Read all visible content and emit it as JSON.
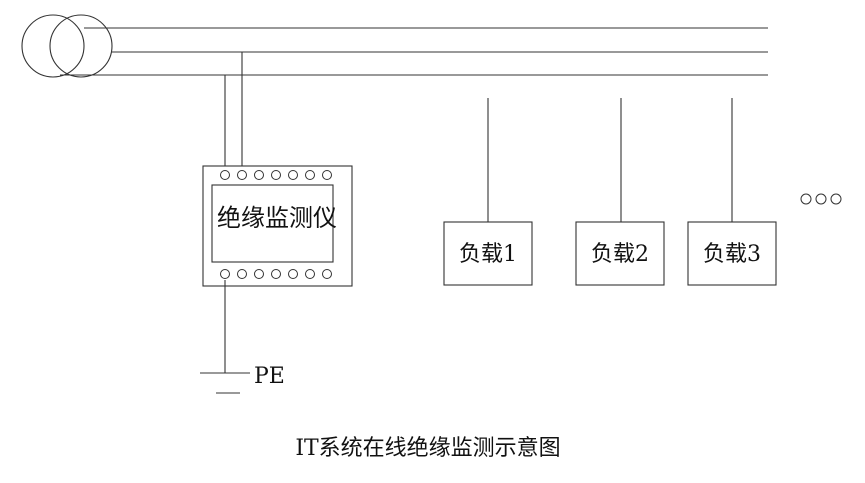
{
  "diagram": {
    "caption": "IT系统在线绝缘监测示意图",
    "monitor": {
      "label": "绝缘监测仪",
      "top_terminals": 7,
      "bottom_terminals": 7
    },
    "loads": [
      {
        "label": "负载1"
      },
      {
        "label": "负载2"
      },
      {
        "label": "负载3"
      }
    ],
    "ellipsis_dots": 3,
    "ground": {
      "label": "PE"
    },
    "bus_lines": 3,
    "colors": {
      "line": "#333333",
      "text": "#111111",
      "background": "#ffffff"
    },
    "icons": [
      "transformer-icon",
      "ground-symbol-icon"
    ]
  }
}
